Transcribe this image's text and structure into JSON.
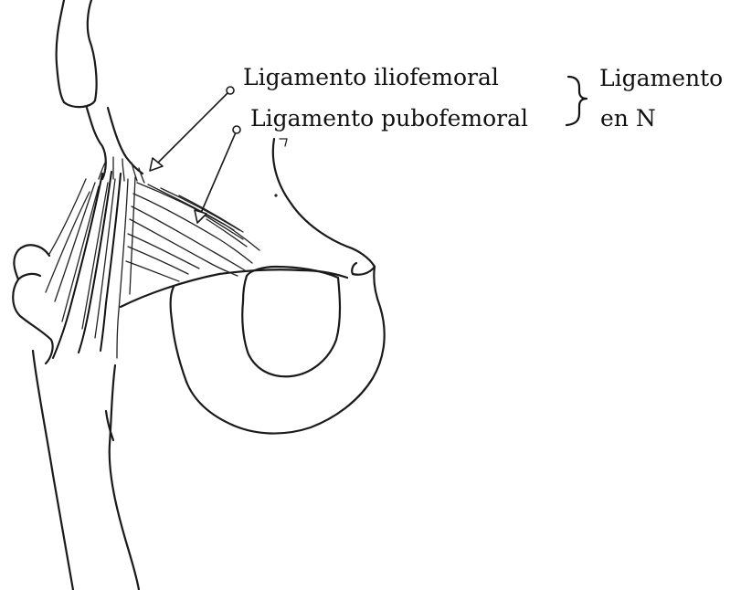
{
  "labels": {
    "iliofemoral": "Ligamento iliofemoral",
    "pubofemoral": "Ligamento pubofemoral",
    "group_line1": "Ligamento",
    "group_line2": "en N"
  },
  "colors": {
    "ink": "#1a1a1a",
    "background": "#ffffff"
  }
}
